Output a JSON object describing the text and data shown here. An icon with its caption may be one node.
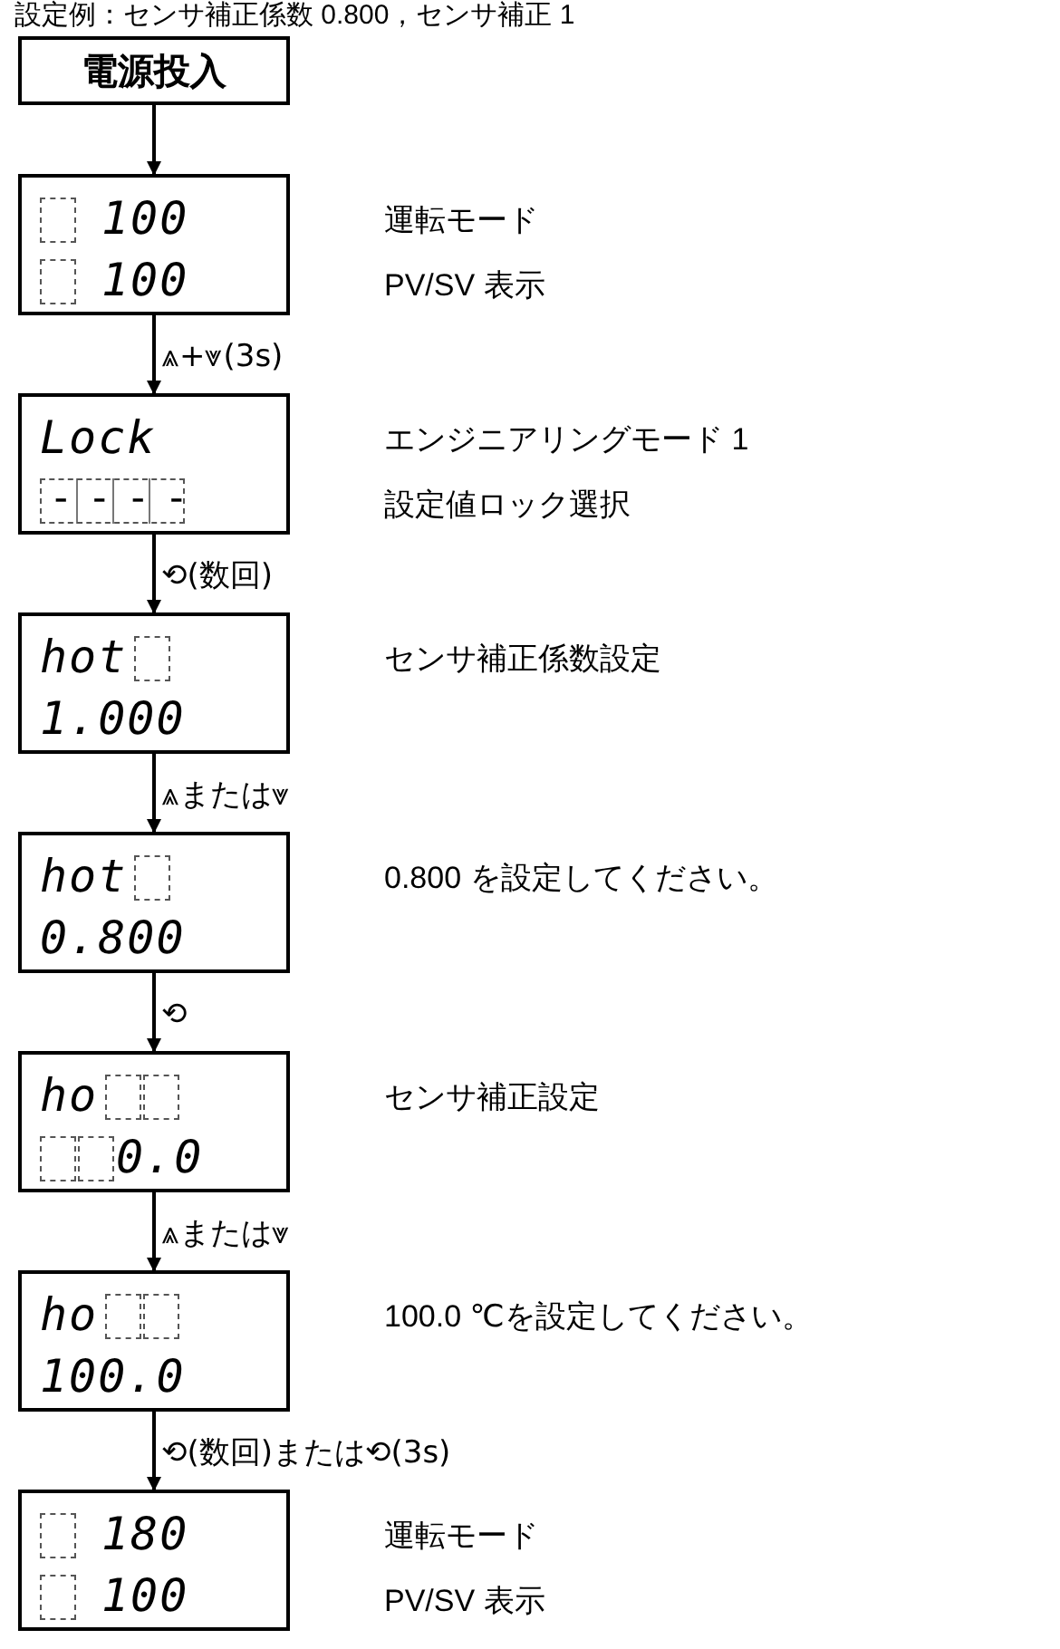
{
  "diagram": {
    "title": "設定例：センサ補正係数 0.800，センサ補正 1",
    "nodes": [
      {
        "text": [
          "電源投入"
        ]
      },
      {
        "text": [
          "100",
          "100"
        ],
        "beside": [
          "運転モード",
          "PV/SV 表示"
        ]
      },
      {
        "text": [
          "Lock",
          "----"
        ],
        "beside": [
          "エンジニアリングモード 1",
          "設定値ロック選択"
        ]
      },
      {
        "text": [
          "hot",
          "1.000"
        ],
        "beside": [
          "センサ補正係数設定"
        ]
      },
      {
        "text": [
          "hot",
          "0.800"
        ],
        "beside": [
          "0.800 を設定してください。"
        ]
      },
      {
        "text": [
          "ho",
          "0.0"
        ],
        "beside": [
          "センサ補正設定"
        ]
      },
      {
        "text": [
          "ho",
          "100.0"
        ],
        "beside": [
          "100.0 ℃を設定してください。"
        ]
      },
      {
        "text": [
          "180",
          "100"
        ],
        "beside": [
          "運転モード",
          "PV/SV 表示"
        ]
      }
    ],
    "edges": [
      {
        "from": 0,
        "to": 1,
        "arrow": "to"
      },
      {
        "from": 1,
        "to": 2,
        "arrow": "to",
        "label": "⩓+⩔(3s)"
      },
      {
        "from": 2,
        "to": 3,
        "arrow": "to",
        "label": "⟲(数回)"
      },
      {
        "from": 3,
        "to": 4,
        "arrow": "to",
        "label": "⩓または⩔"
      },
      {
        "from": 4,
        "to": 5,
        "arrow": "to",
        "label": "⟲"
      },
      {
        "from": 5,
        "to": 6,
        "arrow": "to",
        "label": "⩓または⩔"
      },
      {
        "from": 6,
        "to": 7,
        "arrow": "to",
        "label": "⟲(数回)または⟲(3s)"
      }
    ]
  }
}
